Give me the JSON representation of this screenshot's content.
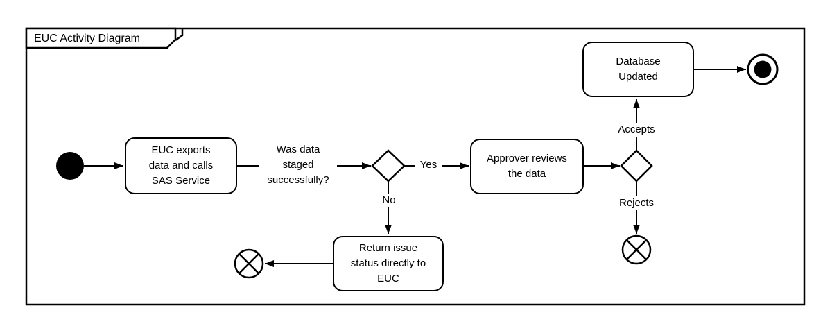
{
  "colors": {
    "stroke": "#000000",
    "shape_fill": "#ffffff"
  },
  "frame": {
    "title": "EUC Activity Diagram"
  },
  "nodes": {
    "export": {
      "label": "EUC exports\ndata and calls\nSAS Service"
    },
    "approver": {
      "label": "Approver reviews\nthe data"
    },
    "database": {
      "label": "Database\nUpdated"
    },
    "return_issue": {
      "label": "Return issue\nstatus directly to\nEUC"
    }
  },
  "labels": {
    "staged_question": "Was data\nstaged\nsuccessfully?",
    "yes": "Yes",
    "no": "No",
    "accepts": "Accepts",
    "rejects": "Rejects"
  }
}
